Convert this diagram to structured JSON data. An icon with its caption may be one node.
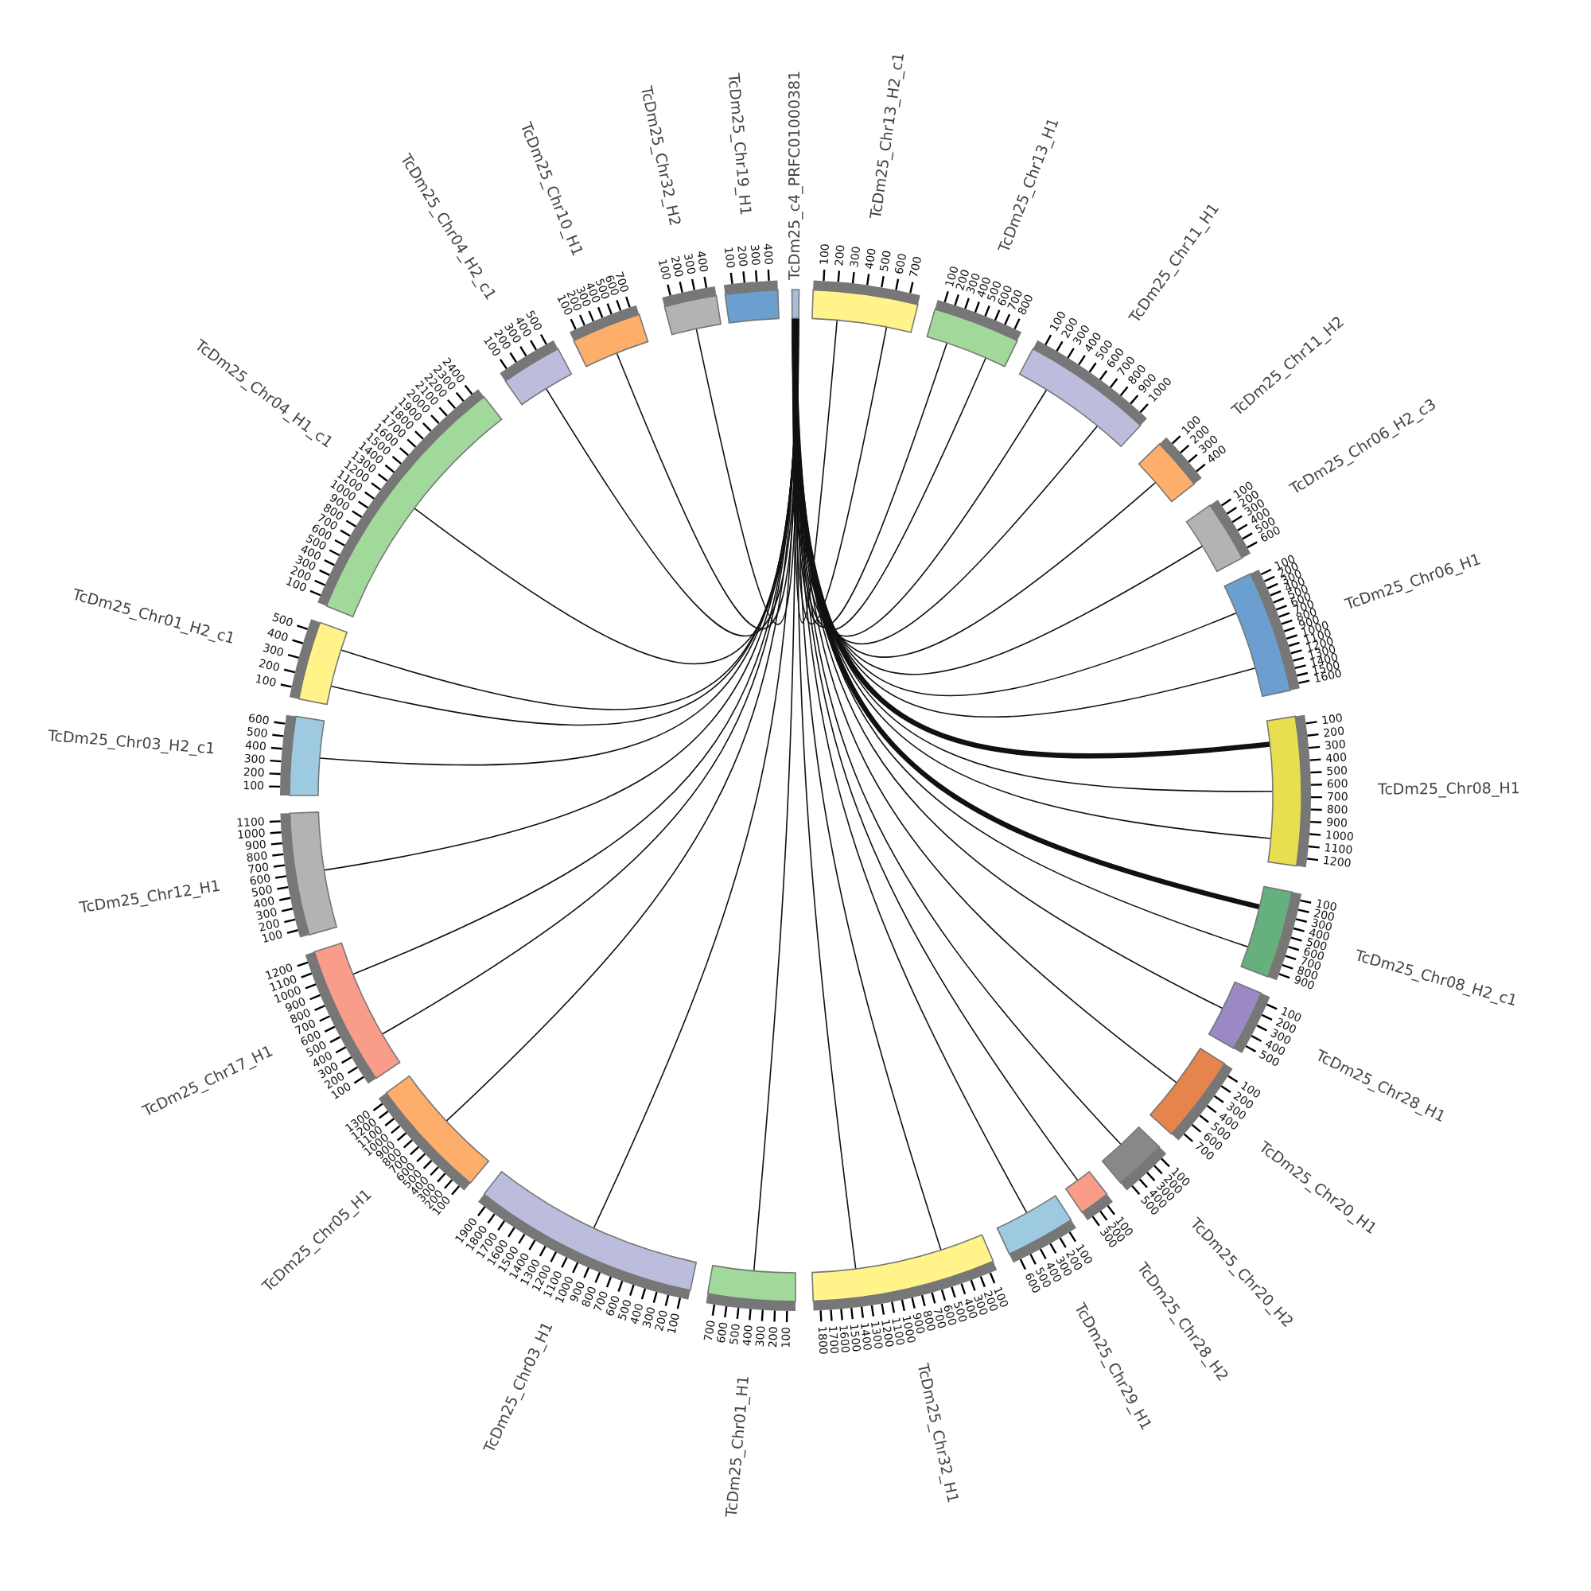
{
  "diagram": {
    "nodes": [
      {
        "text": [
          "TcDm25_c4_PRFC01000381"
        ]
      },
      {
        "text": [
          "TcDm25_Chr13_H2_c1"
        ],
        "beside": [
          "100",
          "200",
          "300",
          "400",
          "500",
          "600",
          "700"
        ]
      },
      {
        "text": [
          "TcDm25_Chr13_H1"
        ],
        "beside": [
          "100",
          "200",
          "300",
          "400",
          "500",
          "600",
          "700",
          "800"
        ]
      },
      {
        "text": [
          "TcDm25_Chr11_H1"
        ],
        "beside": [
          "100",
          "200",
          "300",
          "400",
          "500",
          "600",
          "700",
          "800",
          "900",
          "1000"
        ]
      },
      {
        "text": [
          "TcDm25_Chr11_H2"
        ],
        "beside": [
          "100",
          "200",
          "300",
          "400"
        ]
      },
      {
        "text": [
          "TcDm25_Chr06_H2_c3"
        ],
        "beside": [
          "100",
          "200",
          "300",
          "400",
          "500",
          "600"
        ]
      },
      {
        "text": [
          "TcDm25_Chr06_H1"
        ],
        "beside": [
          "100",
          "200",
          "300",
          "400",
          "500",
          "600",
          "700",
          "800",
          "900",
          "1000",
          "1100",
          "1200",
          "1300",
          "1400",
          "1500",
          "1600"
        ]
      },
      {
        "text": [
          "TcDm25_Chr08_H1"
        ],
        "beside": [
          "100",
          "200",
          "300",
          "400",
          "500",
          "600",
          "700",
          "800",
          "900",
          "1000",
          "1100",
          "1200"
        ]
      },
      {
        "text": [
          "TcDm25_Chr08_H2_c1"
        ],
        "beside": [
          "100",
          "200",
          "300",
          "400",
          "500",
          "600",
          "700",
          "800",
          "900"
        ]
      },
      {
        "text": [
          "TcDm25_Chr28_H1"
        ],
        "beside": [
          "100",
          "200",
          "300",
          "400",
          "500"
        ]
      },
      {
        "text": [
          "TcDm25_Chr20_H1"
        ],
        "beside": [
          "100",
          "200",
          "300",
          "400",
          "500",
          "600",
          "700"
        ]
      },
      {
        "text": [
          "TcDm25_Chr20_H2"
        ],
        "beside": [
          "100",
          "200",
          "300",
          "400",
          "500"
        ]
      },
      {
        "text": [
          "TcDm25_Chr28_H2"
        ],
        "beside": [
          "100",
          "200",
          "300"
        ]
      },
      {
        "text": [
          "TcDm25_Chr29_H1"
        ],
        "beside": [
          "100",
          "200",
          "300",
          "400",
          "500",
          "600"
        ]
      },
      {
        "text": [
          "TcDm25_Chr32_H1"
        ],
        "beside": [
          "100",
          "200",
          "300",
          "400",
          "500",
          "600",
          "700",
          "800",
          "900",
          "1000",
          "1100",
          "1200",
          "1300",
          "1400",
          "1500",
          "1600",
          "1700",
          "1800"
        ]
      },
      {
        "text": [
          "TcDm25_Chr01_H1"
        ],
        "beside": [
          "100",
          "200",
          "300",
          "400",
          "500",
          "600",
          "700"
        ]
      },
      {
        "text": [
          "TcDm25_Chr03_H1"
        ],
        "beside": [
          "100",
          "200",
          "300",
          "400",
          "500",
          "600",
          "700",
          "800",
          "900",
          "1000",
          "1100",
          "1200",
          "1300",
          "1400",
          "1500",
          "1600",
          "1700",
          "1800",
          "1900"
        ]
      },
      {
        "text": [
          "TcDm25_Chr05_H1"
        ],
        "beside": [
          "100",
          "200",
          "300",
          "400",
          "500",
          "600",
          "700",
          "800",
          "900",
          "1000",
          "1100",
          "1200",
          "1300"
        ]
      },
      {
        "text": [
          "TcDm25_Chr17_H1"
        ],
        "beside": [
          "100",
          "200",
          "300",
          "400",
          "500",
          "600",
          "700",
          "800",
          "900",
          "1000",
          "1100",
          "1200"
        ]
      },
      {
        "text": [
          "TcDm25_Chr12_H1"
        ],
        "beside": [
          "100",
          "200",
          "300",
          "400",
          "500",
          "600",
          "700",
          "800",
          "900",
          "1000",
          "1100"
        ]
      },
      {
        "text": [
          "TcDm25_Chr03_H2_c1"
        ],
        "beside": [
          "100",
          "200",
          "300",
          "400",
          "500",
          "600"
        ]
      },
      {
        "text": [
          "TcDm25_Chr01_H2_c1"
        ],
        "beside": [
          "100",
          "200",
          "300",
          "400",
          "500"
        ]
      },
      {
        "text": [
          "TcDm25_Chr04_H1_c1"
        ],
        "beside": [
          "100",
          "200",
          "300",
          "400",
          "500",
          "600",
          "700",
          "800",
          "900",
          "1000",
          "1100",
          "1200",
          "1300",
          "1400",
          "1500",
          "1600",
          "1700",
          "1800",
          "1900",
          "2000",
          "2100",
          "2200",
          "2300",
          "2400"
        ]
      },
      {
        "text": [
          "TcDm25_Chr04_H2_c1"
        ],
        "beside": [
          "100",
          "200",
          "300",
          "400",
          "500"
        ]
      },
      {
        "text": [
          "TcDm25_Chr10_H1"
        ],
        "beside": [
          "100",
          "200",
          "300",
          "400",
          "500",
          "600",
          "700"
        ]
      },
      {
        "text": [
          "TcDm25_Chr32_H2"
        ],
        "beside": [
          "100",
          "200",
          "300",
          "400"
        ]
      },
      {
        "text": [
          "TcDm25_Chr19_H1"
        ],
        "beside": [
          "100",
          "200",
          "300",
          "400"
        ]
      }
    ],
    "edges": [
      {
        "from": 0,
        "to": 1,
        "arrow": "none"
      },
      {
        "from": 0,
        "to": 1,
        "arrow": "none"
      },
      {
        "from": 0,
        "to": 2,
        "arrow": "none"
      },
      {
        "from": 0,
        "to": 2,
        "arrow": "none"
      },
      {
        "from": 0,
        "to": 3,
        "arrow": "none"
      },
      {
        "from": 0,
        "to": 3,
        "arrow": "none"
      },
      {
        "from": 0,
        "to": 4,
        "arrow": "none"
      },
      {
        "from": 0,
        "to": 5,
        "arrow": "none"
      },
      {
        "from": 0,
        "to": 6,
        "arrow": "none"
      },
      {
        "from": 0,
        "to": 6,
        "arrow": "none"
      },
      {
        "from": 0,
        "to": 7,
        "arrow": "none",
        "style": "thick"
      },
      {
        "from": 0,
        "to": 7,
        "arrow": "none"
      },
      {
        "from": 0,
        "to": 7,
        "arrow": "none"
      },
      {
        "from": 0,
        "to": 8,
        "arrow": "none",
        "style": "thick"
      },
      {
        "from": 0,
        "to": 8,
        "arrow": "none"
      },
      {
        "from": 0,
        "to": 9,
        "arrow": "none"
      },
      {
        "from": 0,
        "to": 10,
        "arrow": "none"
      },
      {
        "from": 0,
        "to": 11,
        "arrow": "none"
      },
      {
        "from": 0,
        "to": 12,
        "arrow": "none"
      },
      {
        "from": 0,
        "to": 13,
        "arrow": "none"
      },
      {
        "from": 0,
        "to": 14,
        "arrow": "none"
      },
      {
        "from": 0,
        "to": 14,
        "arrow": "none"
      },
      {
        "from": 0,
        "to": 15,
        "arrow": "none"
      },
      {
        "from": 0,
        "to": 16,
        "arrow": "none"
      },
      {
        "from": 0,
        "to": 17,
        "arrow": "none"
      },
      {
        "from": 0,
        "to": 18,
        "arrow": "none"
      },
      {
        "from": 0,
        "to": 18,
        "arrow": "none"
      },
      {
        "from": 0,
        "to": 19,
        "arrow": "none"
      },
      {
        "from": 0,
        "to": 20,
        "arrow": "none"
      },
      {
        "from": 0,
        "to": 21,
        "arrow": "none"
      },
      {
        "from": 0,
        "to": 21,
        "arrow": "none"
      },
      {
        "from": 0,
        "to": 22,
        "arrow": "none"
      },
      {
        "from": 0,
        "to": 23,
        "arrow": "none"
      },
      {
        "from": 0,
        "to": 24,
        "arrow": "none"
      },
      {
        "from": 0,
        "to": 25,
        "arrow": "none"
      }
    ]
  }
}
